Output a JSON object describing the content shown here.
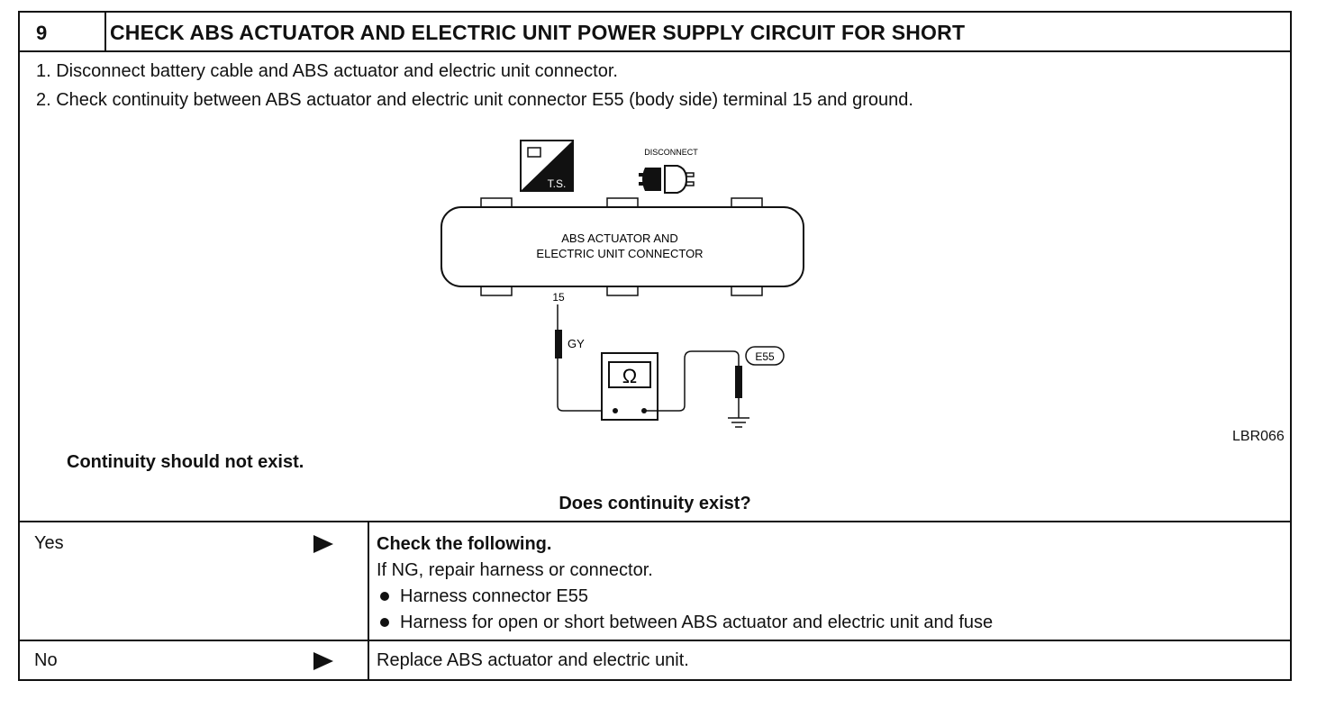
{
  "step": {
    "number": "9",
    "title": "CHECK ABS ACTUATOR AND ELECTRIC UNIT POWER SUPPLY CIRCUIT FOR SHORT"
  },
  "instructions": [
    "1.  Disconnect battery cable and ABS actuator and electric unit connector.",
    "2.  Check continuity between ABS actuator and electric unit connector E55 (body side) terminal 15 and ground."
  ],
  "figure": {
    "ts_label": "T.S.",
    "disconnect_label": "DISCONNECT",
    "connector_label_1": "ABS ACTUATOR AND",
    "connector_label_2": "ELECTRIC UNIT CONNECTOR",
    "terminal": "15",
    "wire_color": "GY",
    "meter_symbol": "Ω",
    "connector_id": "E55",
    "figure_id": "LBR066"
  },
  "spec": "Continuity should not exist.",
  "question": "Does continuity exist?",
  "answers": {
    "yes": {
      "label": "Yes",
      "heading": "Check the following.",
      "note": "If NG, repair harness or connector.",
      "bullets": [
        "Harness connector E55",
        "Harness for open or short between ABS actuator and electric unit and fuse"
      ]
    },
    "no": {
      "label": "No",
      "action": "Replace ABS actuator and electric unit."
    }
  }
}
